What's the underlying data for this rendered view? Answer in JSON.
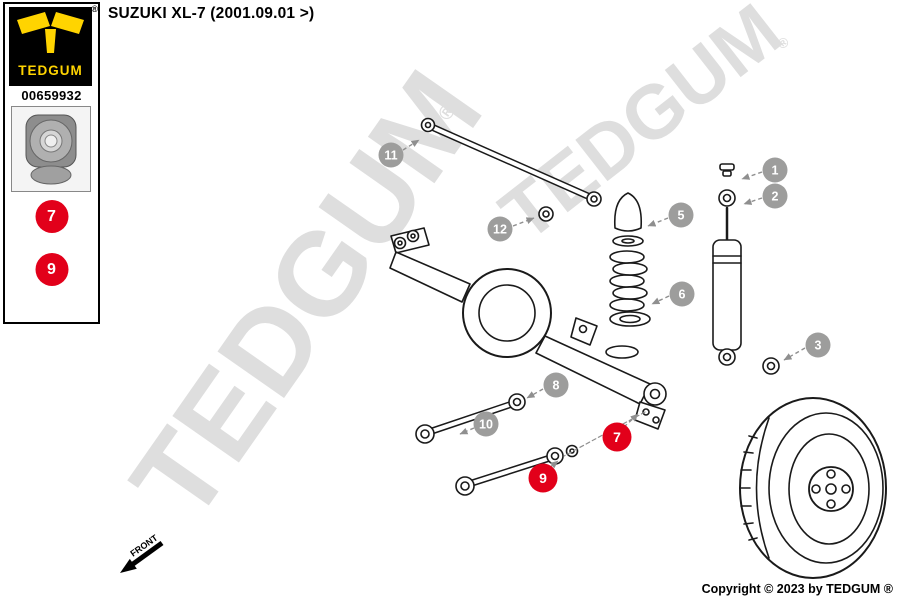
{
  "header": {
    "title": "SUZUKI XL-7 (2001.09.01 >)"
  },
  "brand": {
    "name": "TEDGUM",
    "registered_mark": "®",
    "part_number": "00659932",
    "position_badges": [
      {
        "label": "7"
      },
      {
        "label": "9"
      }
    ]
  },
  "diagram": {
    "front_label": "FRONT",
    "callouts": [
      {
        "label": "1",
        "style": "gray"
      },
      {
        "label": "2",
        "style": "gray"
      },
      {
        "label": "3",
        "style": "gray"
      },
      {
        "label": "5",
        "style": "gray"
      },
      {
        "label": "6",
        "style": "gray"
      },
      {
        "label": "7",
        "style": "red"
      },
      {
        "label": "8",
        "style": "gray"
      },
      {
        "label": "9",
        "style": "red"
      },
      {
        "label": "10",
        "style": "gray"
      },
      {
        "label": "11",
        "style": "gray"
      },
      {
        "label": "12",
        "style": "gray"
      }
    ]
  },
  "watermark": {
    "text": "TEDGUM",
    "registered_mark": "®"
  },
  "footer": {
    "copyright": "Copyright © 2023 by TEDGUM ®"
  },
  "colors": {
    "badge_red": "#e2001a",
    "callout_gray": "#9d9d9c",
    "brand_yellow": "#ffd400",
    "watermark_gray": "#dedede",
    "line_black": "#1a1a1a"
  }
}
